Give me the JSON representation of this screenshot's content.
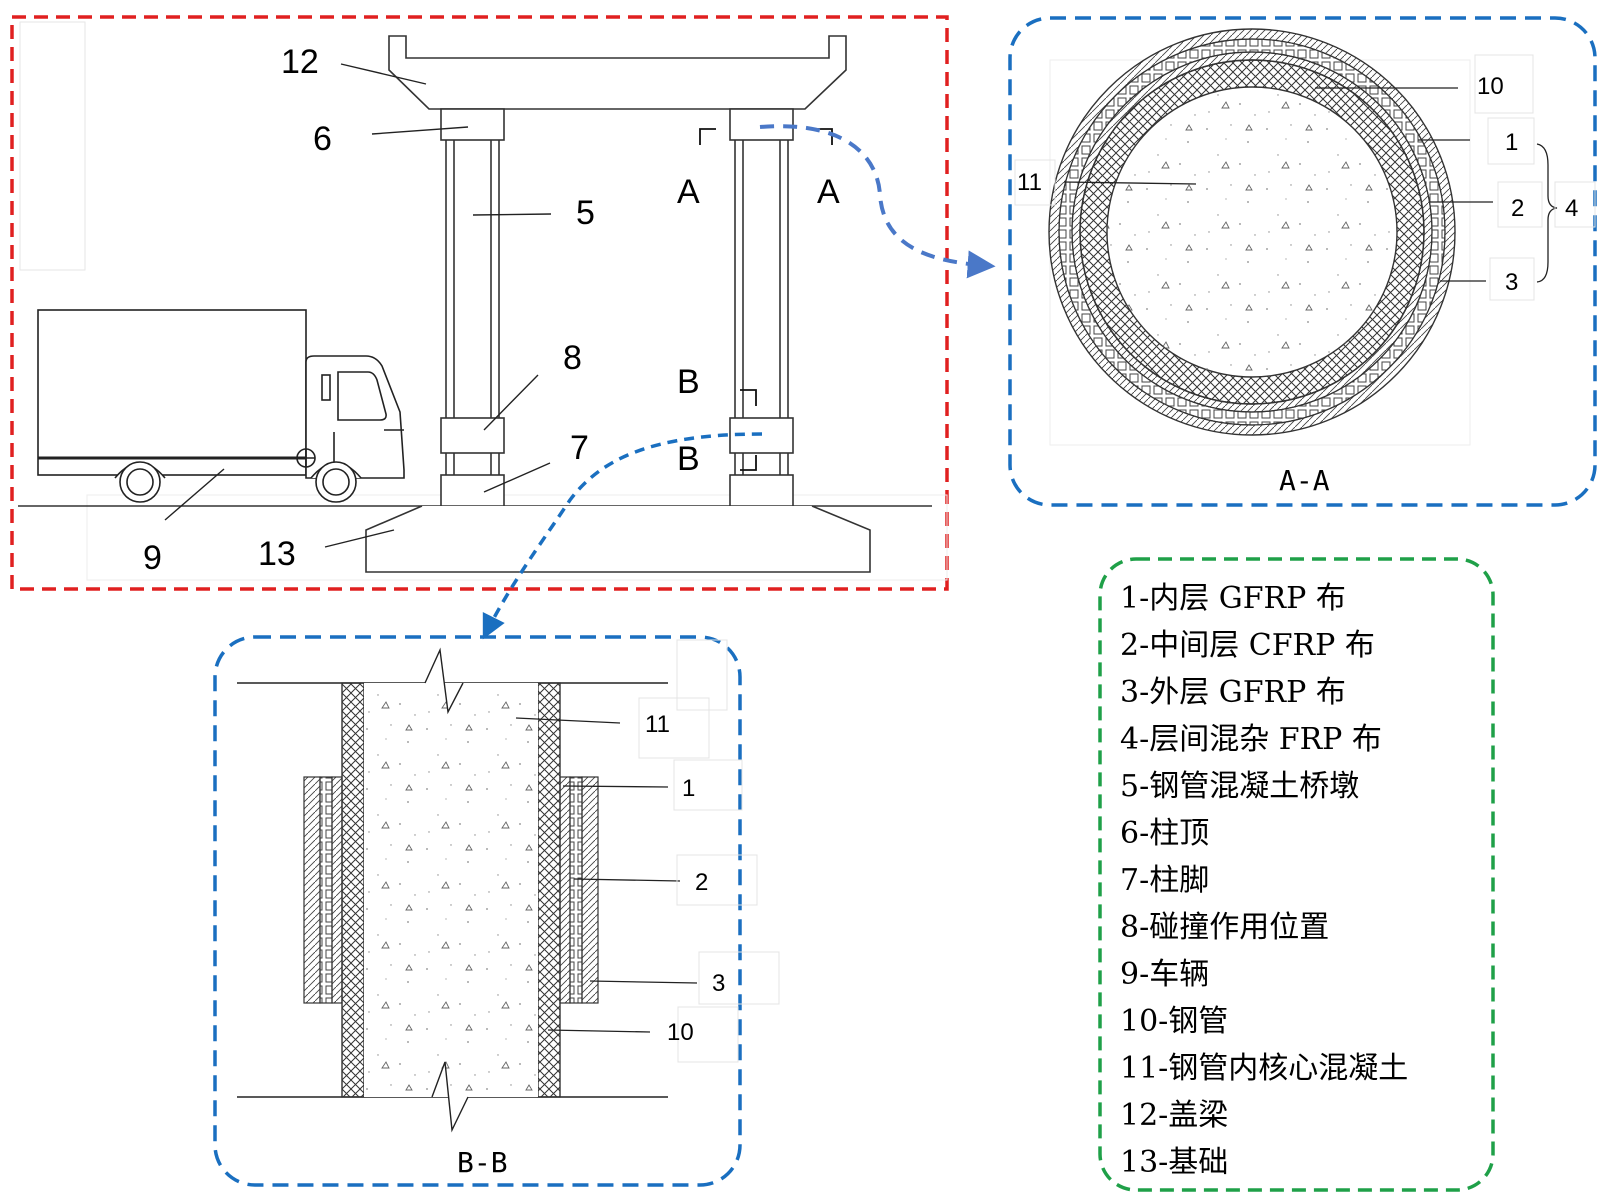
{
  "colors": {
    "elevation_frame": "#e02020",
    "section_frame": "#1a6fc0",
    "legend_frame": "#1fa048",
    "arrow": "#4a78c8",
    "line": "#222222"
  },
  "elevation": {
    "labels": {
      "cap_beam": "12",
      "column_top": "6",
      "pier": "5",
      "impact_position": "8",
      "column_foot": "7",
      "vehicle": "9",
      "foundation": "13"
    },
    "cut_marks": {
      "a_left": "A",
      "a_right": "A",
      "b_top": "B",
      "b_bottom": "B"
    }
  },
  "section_aa": {
    "title": "A-A",
    "labels": {
      "steel_tube": "10",
      "inner_gfrp": "1",
      "middle_cfrp": "2",
      "outer_gfrp": "3",
      "hybrid_frp": "4",
      "core_concrete": "11"
    }
  },
  "section_bb": {
    "title": "B-B",
    "labels": {
      "core_concrete": "11",
      "inner_gfrp": "1",
      "middle_cfrp": "2",
      "outer_gfrp": "3",
      "steel_tube": "10"
    }
  },
  "legend": {
    "items": [
      "1-内层 GFRP 布",
      "2-中间层 CFRP 布",
      "3-外层 GFRP 布",
      "4-层间混杂 FRP 布",
      "5-钢管混凝土桥墩",
      "6-柱顶",
      "7-柱脚",
      "8-碰撞作用位置",
      "9-车辆",
      "10-钢管",
      "11-钢管内核心混凝土",
      "12-盖梁",
      "13-基础"
    ]
  }
}
